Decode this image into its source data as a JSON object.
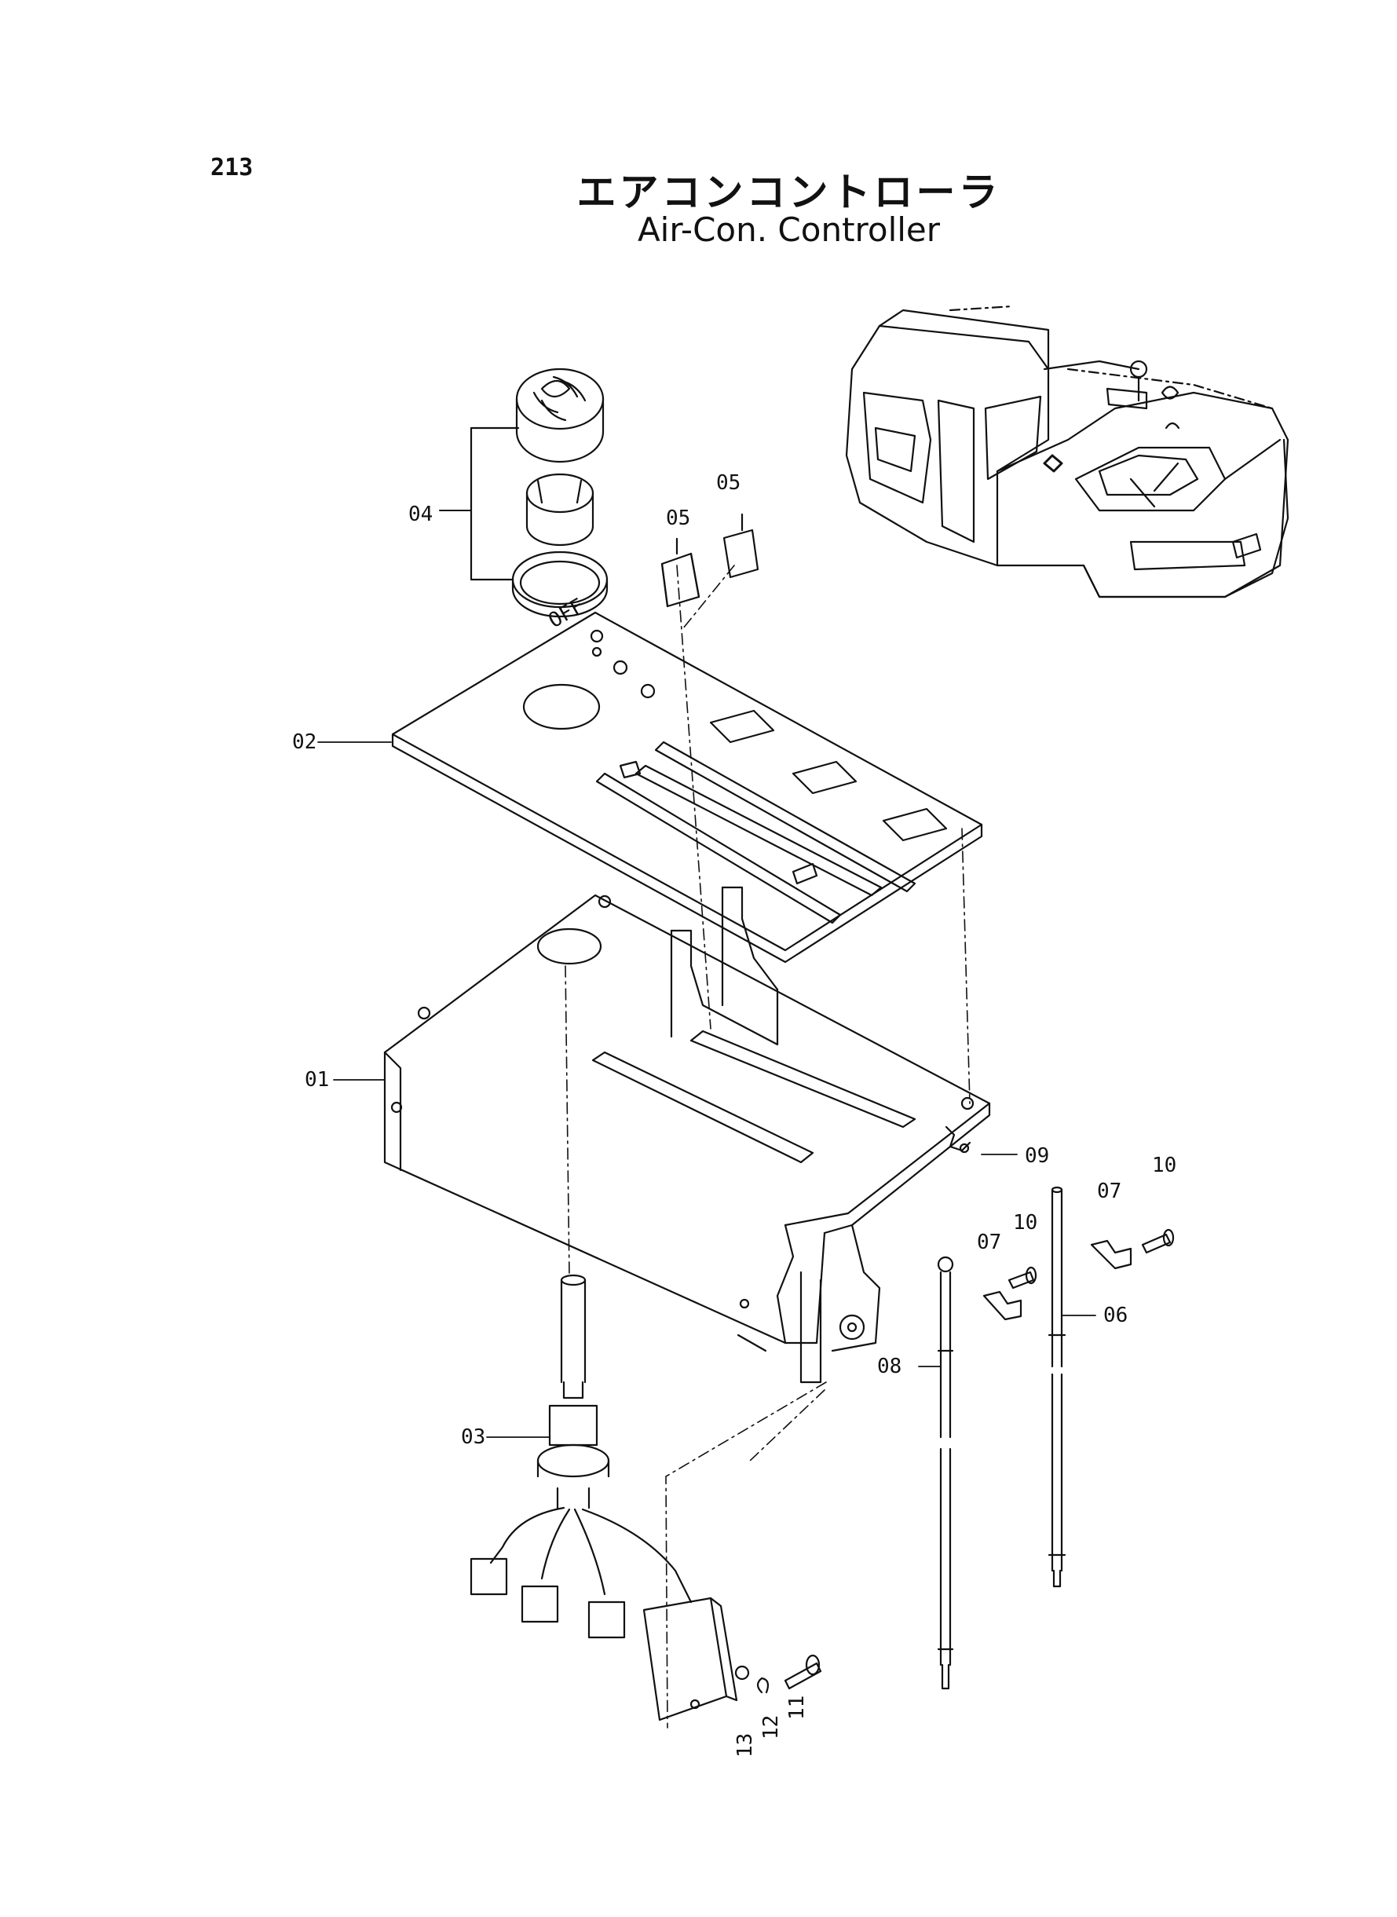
{
  "page_number": "213",
  "title_jp": "エアコンコントローラ",
  "title_en": "Air-Con. Controller",
  "panel_marking": "OFF",
  "callouts": {
    "p01": "01",
    "p02": "02",
    "p03": "03",
    "p04": "04",
    "p05a": "05",
    "p05b": "05",
    "p06": "06",
    "p07a": "07",
    "p07b": "07",
    "p08": "08",
    "p09": "09",
    "p10a": "10",
    "p10b": "10",
    "p11": "11",
    "p12": "12",
    "p13": "13"
  }
}
